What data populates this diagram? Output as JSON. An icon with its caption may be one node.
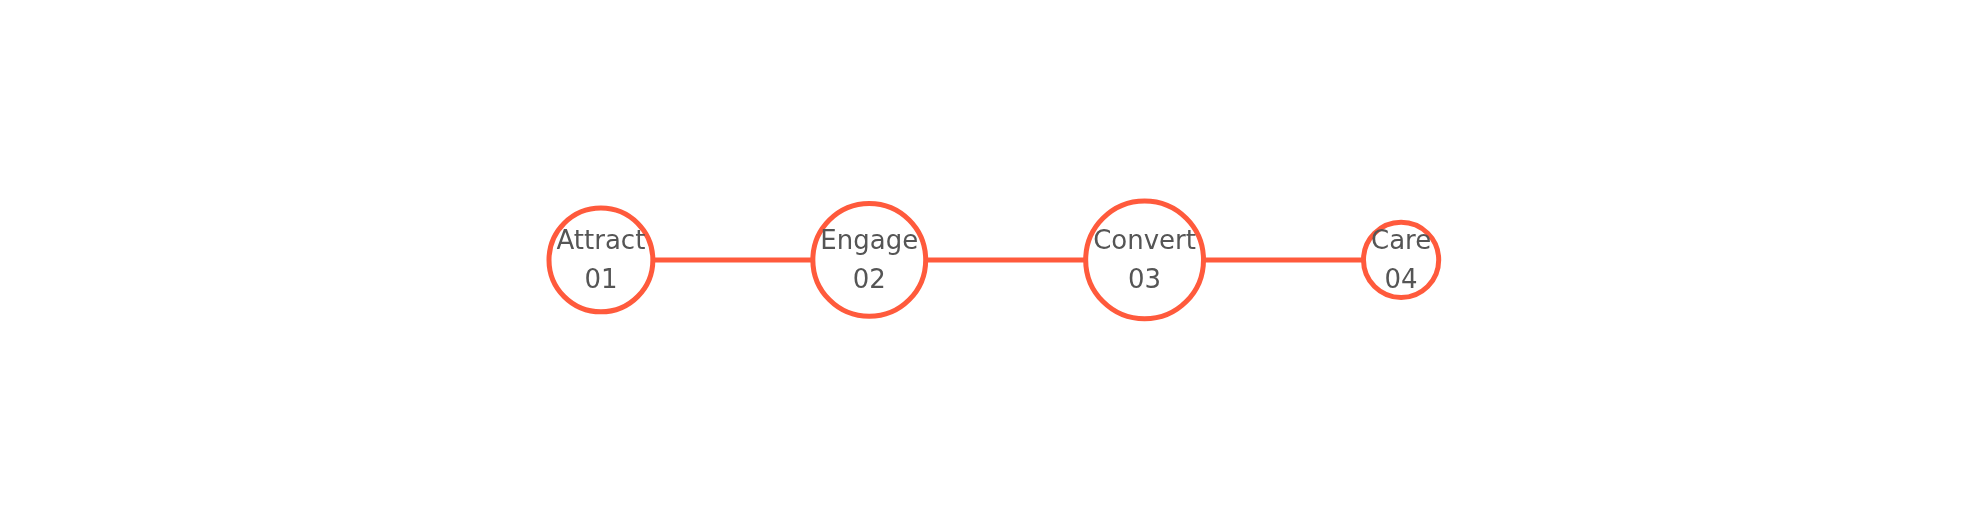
{
  "diagram": {
    "nodes": [
      {
        "text": [
          "Attract",
          "01"
        ]
      },
      {
        "text": [
          "Engage",
          "02"
        ]
      },
      {
        "text": [
          "Convert",
          "03"
        ]
      },
      {
        "text": [
          "Care",
          "04"
        ]
      }
    ],
    "edges": [
      {
        "from": 0,
        "to": 1,
        "arrow": "none"
      },
      {
        "from": 1,
        "to": 2,
        "arrow": "none"
      },
      {
        "from": 2,
        "to": 3,
        "arrow": "none"
      }
    ]
  }
}
